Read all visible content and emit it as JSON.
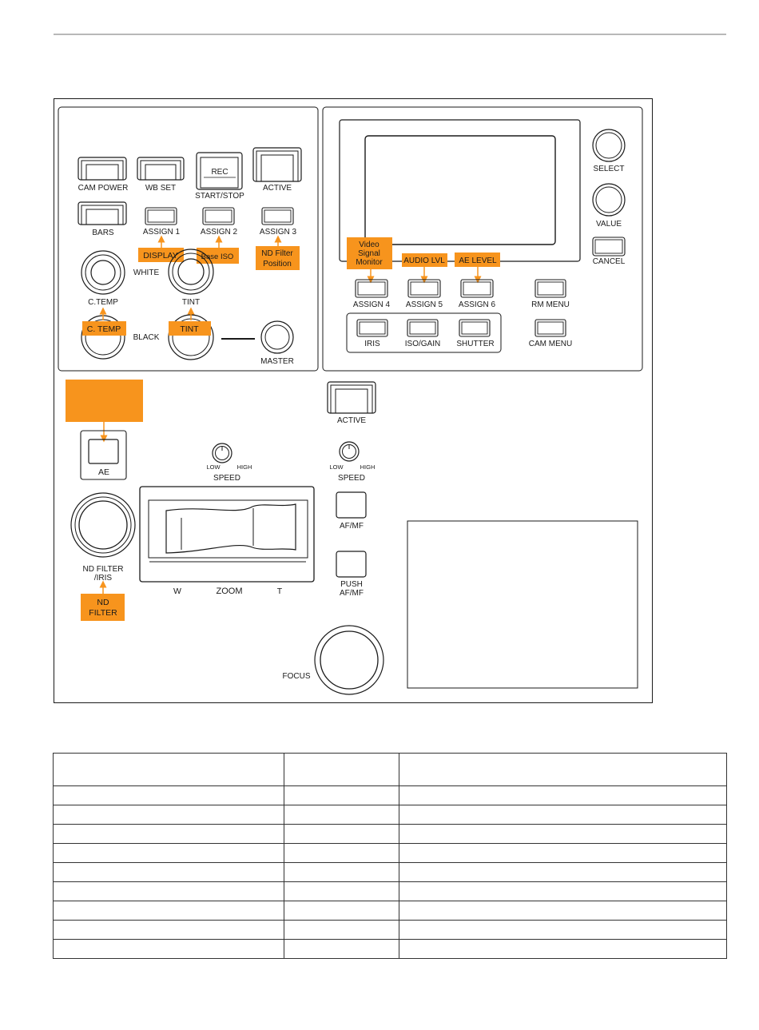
{
  "colors": {
    "accent": "#f7941d",
    "line": "#1a1a1a"
  },
  "buttons": {
    "cam_power": "CAM POWER",
    "wb_set": "WB SET",
    "rec_1": "REC",
    "rec_2": "START/STOP",
    "active": "ACTIVE",
    "bars": "BARS",
    "assign1": "ASSIGN 1",
    "assign2": "ASSIGN 2",
    "assign3": "ASSIGN 3",
    "assign4": "ASSIGN 4",
    "assign5": "ASSIGN 5",
    "assign6": "ASSIGN 6",
    "rm_menu": "RM MENU",
    "cam_menu": "CAM MENU",
    "iris": "IRIS",
    "iso_gain": "ISO/GAIN",
    "shutter": "SHUTTER",
    "cancel": "CANCEL",
    "ae": "AE",
    "af_mf": "AF/MF",
    "push_af_mf_1": "PUSH",
    "push_af_mf_2": "AF/MF",
    "active_lens": "ACTIVE"
  },
  "knobs": {
    "white": "WHITE",
    "black": "BLACK",
    "ctemp": "C.TEMP",
    "tint": "TINT",
    "master": "MASTER",
    "select": "SELECT",
    "value": "VALUE",
    "nd_filter_1": "ND FILTER",
    "nd_filter_2": "/IRIS",
    "focus": "FOCUS"
  },
  "speed": {
    "low": "LOW",
    "high": "HIGH",
    "label": "SPEED"
  },
  "zoom": {
    "w": "W",
    "label": "ZOOM",
    "t": "T"
  },
  "tags": {
    "display": "DISPLAY",
    "base_iso": "Base ISO",
    "nd_pos_1": "ND Filter",
    "nd_pos_2": "Position",
    "vsm_1": "Video",
    "vsm_2": "Signal",
    "vsm_3": "Monitor",
    "audio_lvl": "AUDIO LVL",
    "ae_level": "AE LEVEL",
    "c_temp": "C. TEMP",
    "tint": "TINT",
    "nd_filter_1": "ND",
    "nd_filter_2": "FILTER"
  },
  "table": {
    "rows": 9,
    "cols": 3
  }
}
